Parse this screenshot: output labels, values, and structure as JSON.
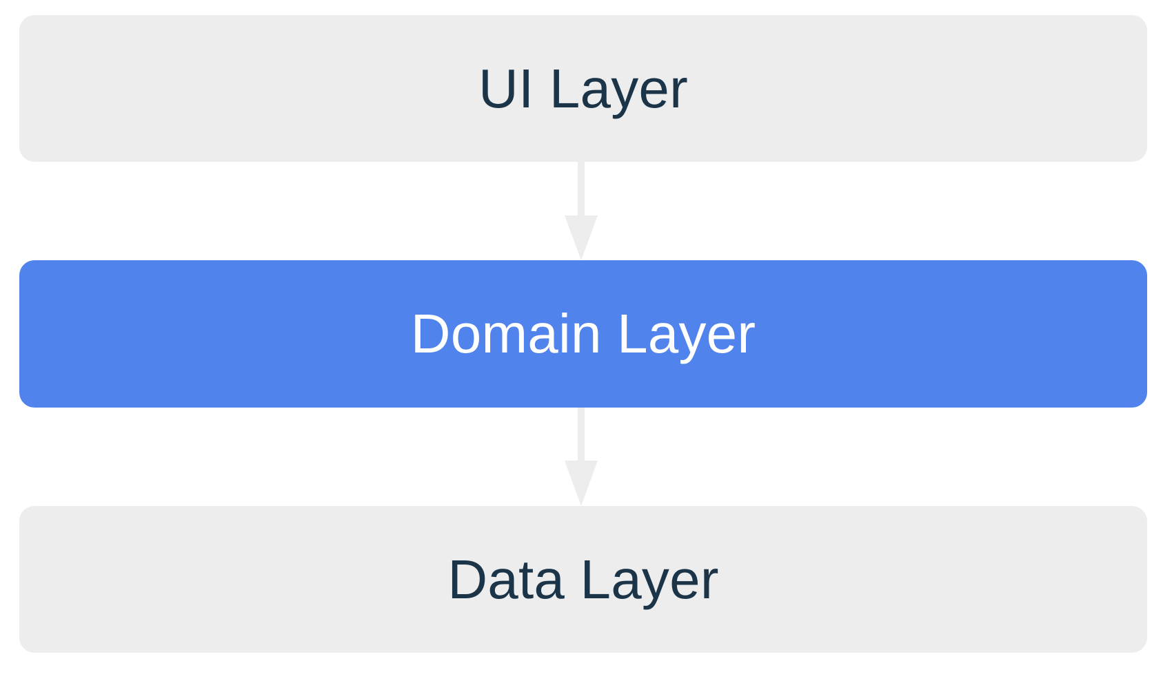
{
  "diagram": {
    "type": "layered-architecture-flowchart",
    "orientation": "top-to-bottom",
    "background_color": "#ffffff",
    "nodes": [
      {
        "id": "ui",
        "label": "UI Layer",
        "fill_color": "#ededed",
        "text_color": "#1c3448",
        "highlighted": false
      },
      {
        "id": "domain",
        "label": "Domain Layer",
        "fill_color": "#5084ec",
        "text_color": "#ffffff",
        "highlighted": true
      },
      {
        "id": "data",
        "label": "Data Layer",
        "fill_color": "#ededed",
        "text_color": "#1c3448",
        "highlighted": false
      }
    ],
    "edges": [
      {
        "id": "ui-to-domain",
        "from": "ui",
        "to": "domain",
        "color": "#ededed",
        "style": "solid",
        "arrowhead": "triangle"
      },
      {
        "id": "domain-to-data",
        "from": "domain",
        "to": "data",
        "color": "#ededed",
        "style": "solid",
        "arrowhead": "triangle"
      }
    ]
  }
}
